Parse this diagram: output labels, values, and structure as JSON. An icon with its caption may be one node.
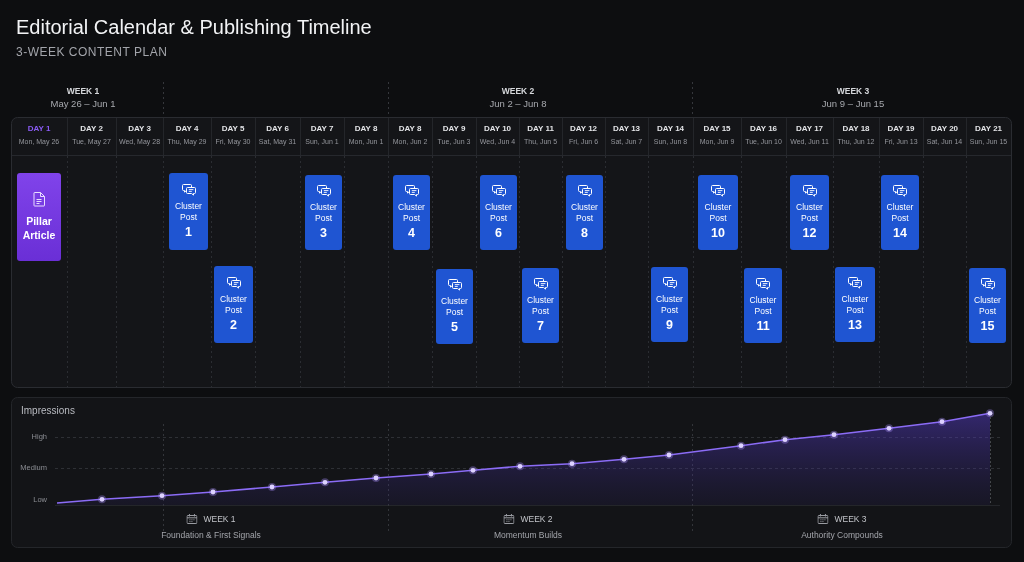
{
  "diagram": {
    "title": "Editorial Calendar & Publishing Timeline",
    "nodes": [
      {
        "text": [
          "Pillar Article"
        ]
      },
      {
        "text": [
          "Cluster Post",
          "1"
        ]
      },
      {
        "text": [
          "Cluster Post",
          "2"
        ]
      },
      {
        "text": [
          "Cluster Post",
          "3"
        ]
      },
      {
        "text": [
          "Cluster Post",
          "4"
        ]
      },
      {
        "text": [
          "Cluster Post",
          "5"
        ]
      },
      {
        "text": [
          "Cluster Post",
          "6"
        ]
      },
      {
        "text": [
          "Cluster Post",
          "7"
        ]
      },
      {
        "text": [
          "Cluster Post",
          "8"
        ]
      },
      {
        "text": [
          "Cluster Post",
          "9"
        ]
      },
      {
        "text": [
          "Cluster Post",
          "10"
        ]
      },
      {
        "text": [
          "Cluster Post",
          "11"
        ]
      },
      {
        "text": [
          "Cluster Post",
          "12"
        ]
      },
      {
        "text": [
          "Cluster Post",
          "13"
        ]
      },
      {
        "text": [
          "Cluster Post",
          "14"
        ]
      },
      {
        "text": [
          "Cluster Post",
          "15"
        ]
      }
    ],
    "labels": [
      "3-WEEK CONTENT PLAN",
      "WEEK 1",
      "May 26 – Jun 1",
      "WEEK 2",
      "Jun 2 – Jun 8",
      "WEEK 3",
      "Jun 9 – Jun 15",
      "DAY 1",
      "Mon, May 26",
      "DAY 2",
      "Tue, May 27",
      "DAY 3",
      "Wed, May 28",
      "DAY 4",
      "Thu, May 29",
      "DAY 5",
      "Fri, May 30",
      "DAY 6",
      "Sat, May 31",
      "DAY 7",
      "Sun, Jun 1",
      "DAY 8",
      "Mon, Jun 1",
      "DAY 8",
      "Mon, Jun 2",
      "DAY 9",
      "Tue, Jun 3",
      "DAY 10",
      "Wed, Jun 4",
      "DAY 11",
      "Thu, Jun 5",
      "DAY 12",
      "Fri, Jun 6",
      "DAY 13",
      "Sat, Jun 7",
      "DAY 14",
      "Sun, Jun 8",
      "DAY 15",
      "Mon, Jun 9",
      "DAY 16",
      "Tue, Jun 10",
      "DAY 17",
      "Wed, Jun 11",
      "DAY 18",
      "Thu, Jun 12",
      "DAY 19",
      "Fri, Jun 13",
      "DAY 20",
      "Sat, Jun 14",
      "DAY 21",
      "Sun, Jun 15",
      "Impressions",
      "High",
      "Medium",
      "Low",
      "WEEK 1",
      "Foundation & First Signals",
      "WEEK 2",
      "Momentum Builds",
      "WEEK 3",
      "Authority Compounds"
    ]
  }
}
